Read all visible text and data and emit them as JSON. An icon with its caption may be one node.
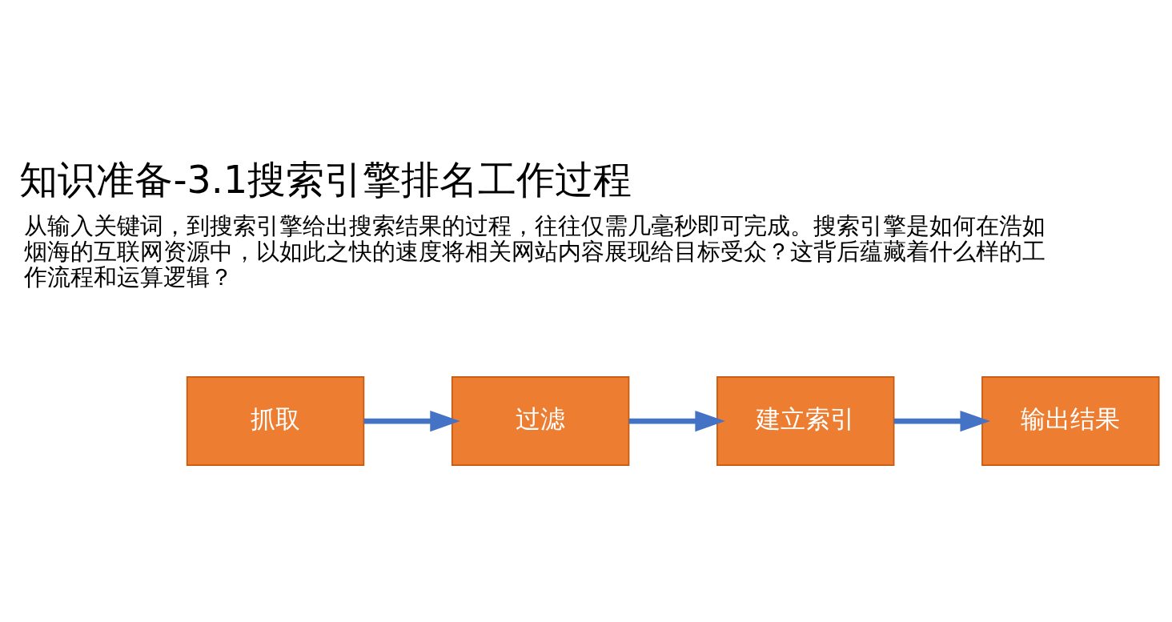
{
  "diagram": {
    "title": "知识准备-3.1搜索引擎排名工作过程",
    "nodes": [
      {
        "text": [
          "抓取"
        ]
      },
      {
        "text": [
          "过滤"
        ]
      },
      {
        "text": [
          "建立索引"
        ]
      },
      {
        "text": [
          "输出结果"
        ]
      }
    ],
    "edges": [
      {
        "from": 0,
        "to": 1,
        "arrow": "to"
      },
      {
        "from": 1,
        "to": 2,
        "arrow": "to"
      },
      {
        "from": 2,
        "to": 3,
        "arrow": "to"
      }
    ],
    "labels": [
      "从输入关键词，到搜索引擎给出搜索结果的过程，往往仅需几毫秒即可完成。搜索引擎是如何在浩如烟海的互联网资源中，以如此之快的速度将相关网站内容展现给目标受众？这背后蕴藏着什么样的工作流程和运算逻辑？"
    ]
  }
}
